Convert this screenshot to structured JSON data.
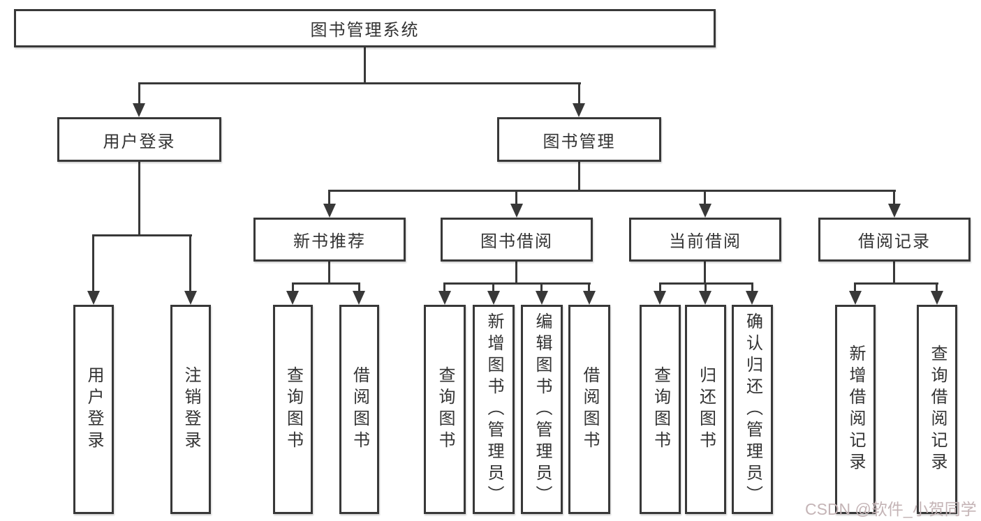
{
  "diagram": {
    "root": {
      "label": "图书管理系统"
    },
    "branches": [
      {
        "label": "用户登录",
        "children": [
          {
            "label": "用户登录"
          },
          {
            "label": "注销登录"
          }
        ]
      },
      {
        "label": "图书管理",
        "sections": [
          {
            "label": "新书推荐",
            "children": [
              {
                "label": "查询图书"
              },
              {
                "label": "借阅图书"
              }
            ]
          },
          {
            "label": "图书借阅",
            "children": [
              {
                "label": "查询图书"
              },
              {
                "label": "新增图书（管理员）"
              },
              {
                "label": "编辑图书（管理员）"
              },
              {
                "label": "借阅图书"
              }
            ]
          },
          {
            "label": "当前借阅",
            "children": [
              {
                "label": "查询图书"
              },
              {
                "label": "归还图书"
              },
              {
                "label": "确认归还（管理员）"
              }
            ]
          },
          {
            "label": "借阅记录",
            "children": [
              {
                "label": "新增借阅记录"
              },
              {
                "label": "查询借阅记录"
              }
            ]
          }
        ]
      }
    ],
    "watermark": "CSDN @软件_小贺同学",
    "colors": {
      "line": "#383838",
      "text": "#333333",
      "box_bg": "#ffffff",
      "background": "#ffffff",
      "watermark": "#c4b4b6"
    }
  }
}
